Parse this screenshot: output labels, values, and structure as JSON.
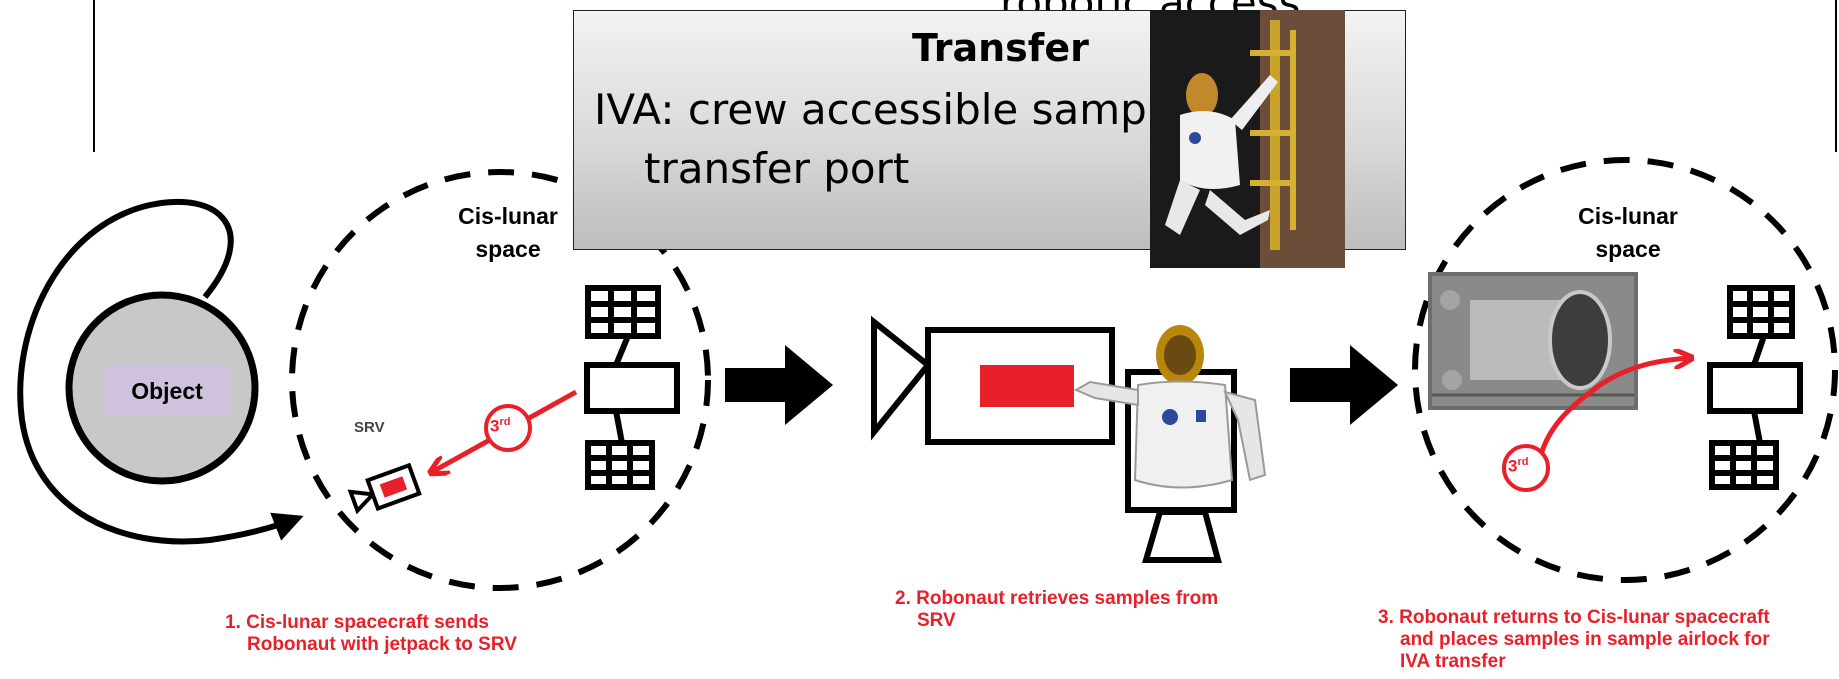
{
  "slide": {
    "behind_text": "robotic access",
    "callout": {
      "title": "Transfer",
      "line1": "IVA: crew accessible sample",
      "line2": "transfer port"
    },
    "object_label": "Object",
    "srv_label": "SRV",
    "space_label_left": {
      "line1": "Cis-lunar",
      "line2": "space"
    },
    "space_label_right": {
      "line1": "Cis-lunar",
      "line2": "space"
    },
    "third_party_marker": "3rd",
    "steps": [
      {
        "line1": "1. Cis-lunar spacecraft sends",
        "line2": "Robonaut with jetpack to SRV"
      },
      {
        "line1": "2. Robonaut retrieves samples from",
        "line2": "SRV"
      },
      {
        "line1": "3. Robonaut returns to Cis-lunar spacecraft",
        "line2": "and places samples in sample airlock for",
        "line3": "IVA transfer"
      }
    ],
    "colors": {
      "accent_red": "#e8202a",
      "object_fill": "#c8c8c8",
      "label_fill": "#cfc2dd"
    },
    "icons": [
      "spacecraft-icon",
      "srv-icon",
      "robonaut-icon",
      "arrow-right-icon",
      "airlock-photo",
      "robonaut-photo"
    ]
  }
}
